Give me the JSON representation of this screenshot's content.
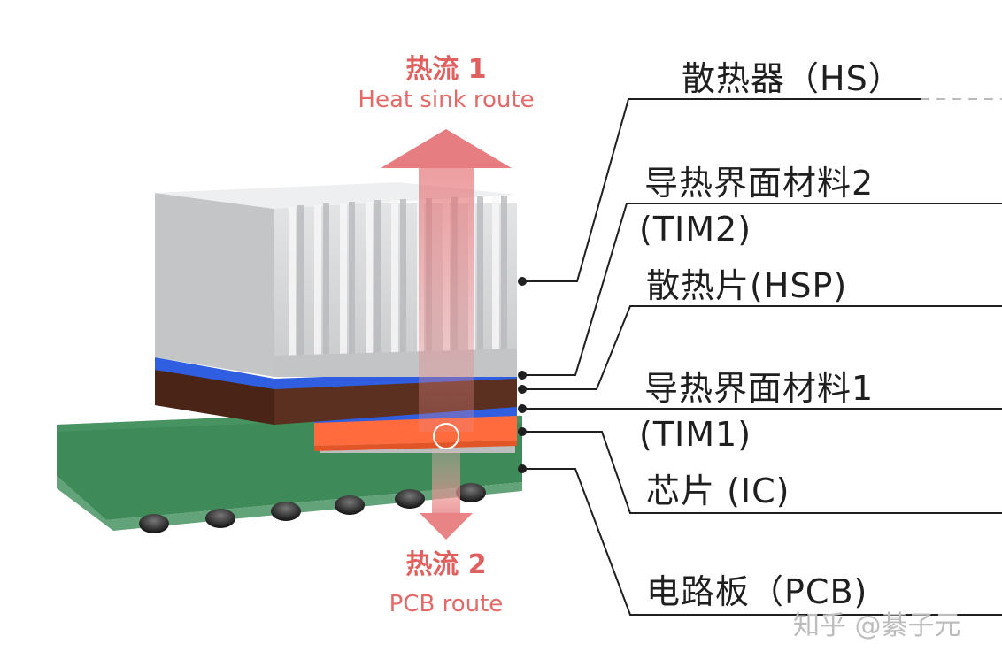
{
  "flow1": {
    "title": "热流 1",
    "subtitle": "Heat sink route"
  },
  "flow2": {
    "title": "热流 2",
    "subtitle": "PCB route"
  },
  "labels": {
    "hs": "散热器（HS）",
    "tim2_a": "导热界面材料2",
    "tim2_b": "(TIM2)",
    "hsp": "散热片(HSP)",
    "tim1_a": "导热界面材料1",
    "tim1_b": "(TIM1)",
    "ic": "芯片 (IC)",
    "pcb": "电路板（PCB)"
  },
  "watermark": "知乎 @綦子元",
  "colors": {
    "heat_flow": "#e0605f",
    "heatsink": "#d4d5d7",
    "tim": "#2f5fe0",
    "spreader": "#5b3020",
    "chip": "#ff6b3d",
    "pcb": "#3c8a56",
    "leader_line": "#1f1f1f"
  }
}
